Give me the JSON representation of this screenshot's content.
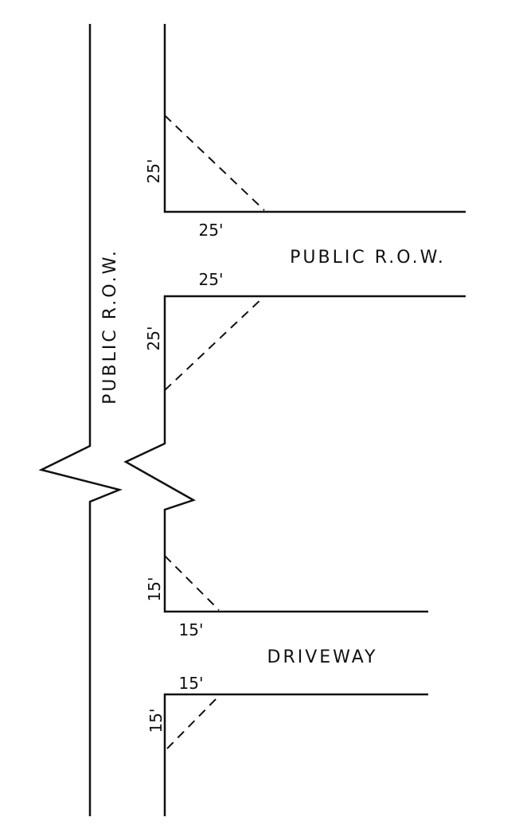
{
  "labels": {
    "public_row_vertical": "PUBLIC R.O.W.",
    "public_row_horizontal": "PUBLIC R.O.W.",
    "driveway": "DRIVEWAY"
  },
  "dimensions": {
    "row_top_vertical": "25'",
    "row_top_horizontal": "25'",
    "row_bottom_horizontal": "25'",
    "row_bottom_vertical": "25'",
    "drive_top_vertical": "15'",
    "drive_top_horizontal": "15'",
    "drive_bottom_horizontal": "15'",
    "drive_bottom_vertical": "15'"
  }
}
